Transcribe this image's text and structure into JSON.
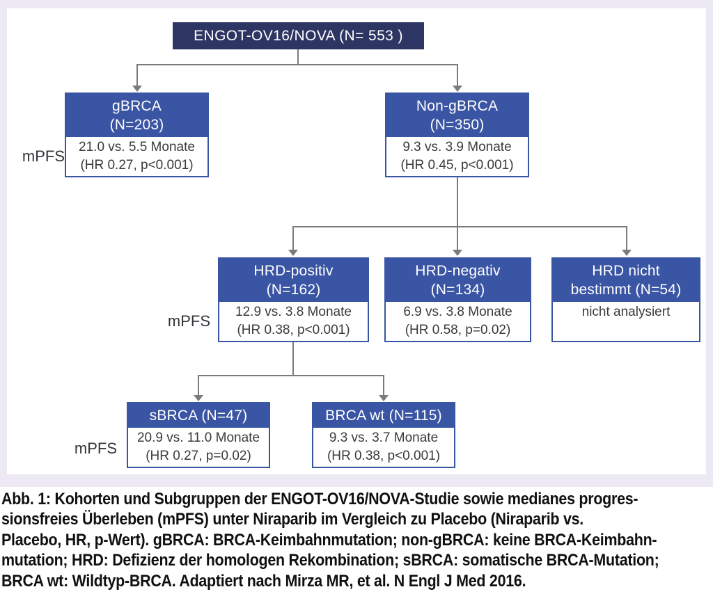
{
  "figure": {
    "root_label": "ENGOT-OV16/NOVA (N= 553 )",
    "mpfs_labels": {
      "tier1": "mPFS",
      "tier2": "mPFS",
      "tier3": "mPFS"
    },
    "nodes": {
      "gbrca": {
        "title": "gBRCA\n(N=203)",
        "body": "21.0 vs. 5.5 Monate\n(HR 0.27, p<0.001)"
      },
      "non_gbrca": {
        "title": "Non-gBRCA\n(N=350)",
        "body": "9.3 vs. 3.9 Monate\n(HR 0.45, p<0.001)"
      },
      "hrd_positiv": {
        "title": "HRD-positiv\n(N=162)",
        "body": "12.9 vs. 3.8 Monate\n(HR 0.38, p<0.001)"
      },
      "hrd_negativ": {
        "title": "HRD-negativ\n(N=134)",
        "body": "6.9 vs. 3.8 Monate\n(HR 0.58, p=0.02)"
      },
      "hrd_nicht_bestimmt": {
        "title": "HRD nicht\nbestimmt (N=54)",
        "body": "nicht analysiert"
      },
      "sbrca": {
        "title": "sBRCA (N=47)",
        "body": "20.9 vs. 11.0 Monate\n(HR 0.27, p=0.02)"
      },
      "brca_wt": {
        "title": "BRCA wt (N=115)",
        "body": "9.3 vs. 3.7 Monate\n(HR 0.38, p<0.001)"
      }
    },
    "colors": {
      "root_bg": "#2d3563",
      "node_header_bg": "#3a55a3",
      "node_border": "#3a55a3",
      "connector": "#7b7b7b",
      "frame_bg": "#ece9f4",
      "panel_bg": "#ffffff"
    },
    "caption": "Abb. 1: Kohorten und Subgruppen der ENGOT-OV16/NOVA-Studie sowie medianes progres-\nsionsfreies Überleben (mPFS) unter Niraparib im Vergleich zu Placebo (Niraparib vs.\nPlacebo, HR, p-Wert). gBRCA: BRCA-Keimbahnmutation; non-gBRCA: keine BRCA-Keimbahn-\nmutation; HRD: Defizienz der homologen Rekombination; sBRCA: somatische BRCA-Mutation;\nBRCA wt: Wildtyp-BRCA. Adaptiert nach Mirza MR, et al. N Engl J Med 2016."
  }
}
